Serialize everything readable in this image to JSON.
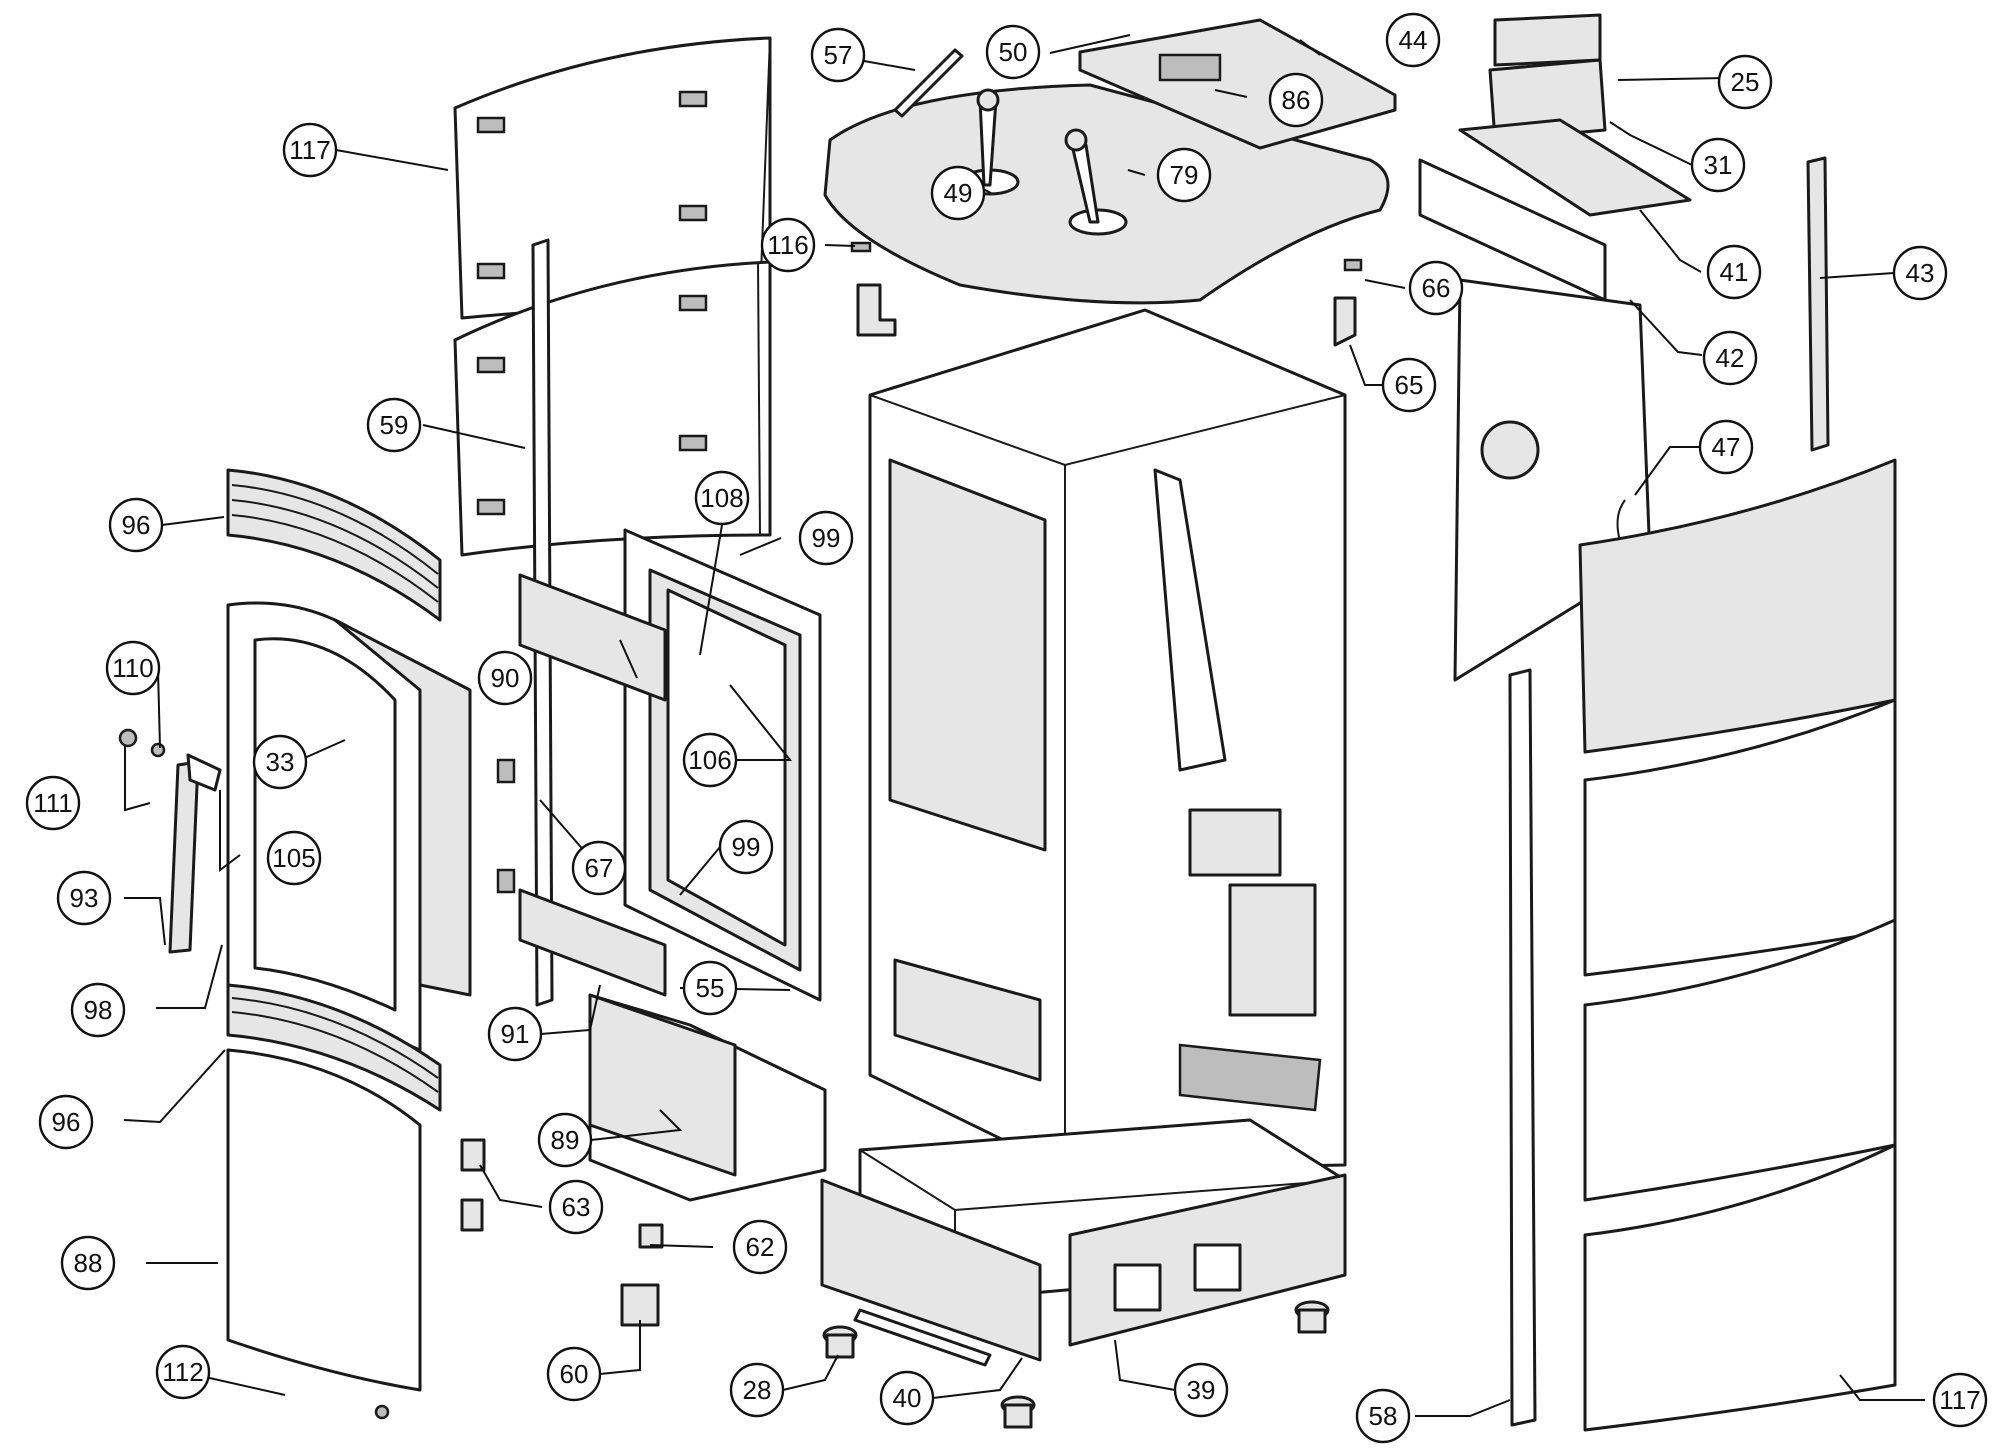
{
  "diagram": {
    "callouts": [
      {
        "id": "c117a",
        "label": "117"
      },
      {
        "id": "c59",
        "label": "59"
      },
      {
        "id": "c96a",
        "label": "96"
      },
      {
        "id": "c110",
        "label": "110"
      },
      {
        "id": "c33",
        "label": "33"
      },
      {
        "id": "c111",
        "label": "111"
      },
      {
        "id": "c105",
        "label": "105"
      },
      {
        "id": "c93",
        "label": "93"
      },
      {
        "id": "c98",
        "label": "98"
      },
      {
        "id": "c96b",
        "label": "96"
      },
      {
        "id": "c88",
        "label": "88"
      },
      {
        "id": "c112",
        "label": "112"
      },
      {
        "id": "c57",
        "label": "57"
      },
      {
        "id": "c50",
        "label": "50"
      },
      {
        "id": "c44",
        "label": "44"
      },
      {
        "id": "c25",
        "label": "25"
      },
      {
        "id": "c86",
        "label": "86"
      },
      {
        "id": "c31",
        "label": "31"
      },
      {
        "id": "c49",
        "label": "49"
      },
      {
        "id": "c79",
        "label": "79"
      },
      {
        "id": "c116",
        "label": "116"
      },
      {
        "id": "c41",
        "label": "41"
      },
      {
        "id": "c43",
        "label": "43"
      },
      {
        "id": "c66",
        "label": "66"
      },
      {
        "id": "c42",
        "label": "42"
      },
      {
        "id": "c65",
        "label": "65"
      },
      {
        "id": "c47",
        "label": "47"
      },
      {
        "id": "c108",
        "label": "108"
      },
      {
        "id": "c99a",
        "label": "99"
      },
      {
        "id": "c90",
        "label": "90"
      },
      {
        "id": "c106",
        "label": "106"
      },
      {
        "id": "c67",
        "label": "67"
      },
      {
        "id": "c99b",
        "label": "99"
      },
      {
        "id": "c55",
        "label": "55"
      },
      {
        "id": "c91",
        "label": "91"
      },
      {
        "id": "c89",
        "label": "89"
      },
      {
        "id": "c63",
        "label": "63"
      },
      {
        "id": "c62",
        "label": "62"
      },
      {
        "id": "c60",
        "label": "60"
      },
      {
        "id": "c28",
        "label": "28"
      },
      {
        "id": "c40",
        "label": "40"
      },
      {
        "id": "c39",
        "label": "39"
      },
      {
        "id": "c58",
        "label": "58"
      },
      {
        "id": "c117b",
        "label": "117"
      }
    ]
  }
}
